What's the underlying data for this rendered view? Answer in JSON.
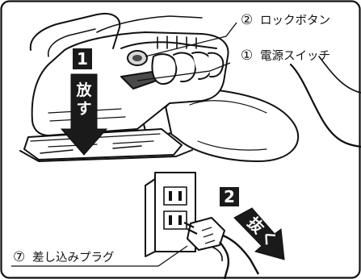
{
  "labels": {
    "lock_button": {
      "number": "②",
      "text": "ロックボタン"
    },
    "power_switch": {
      "number": "①",
      "text": "電源スイッチ"
    },
    "plug": {
      "number": "⑦",
      "text": "差し込みプラグ"
    }
  },
  "steps": {
    "step1": {
      "badge": "1",
      "action_line1": "放",
      "action_line2": "す"
    },
    "step2": {
      "badge": "2",
      "action_char1": "抜",
      "action_char2": "く"
    }
  },
  "colors": {
    "line": "#111111",
    "badge": "#1a1a1a",
    "paper": "#ffffff",
    "shade": "#d9d9d9",
    "dark_shade": "#4a4a4a"
  }
}
